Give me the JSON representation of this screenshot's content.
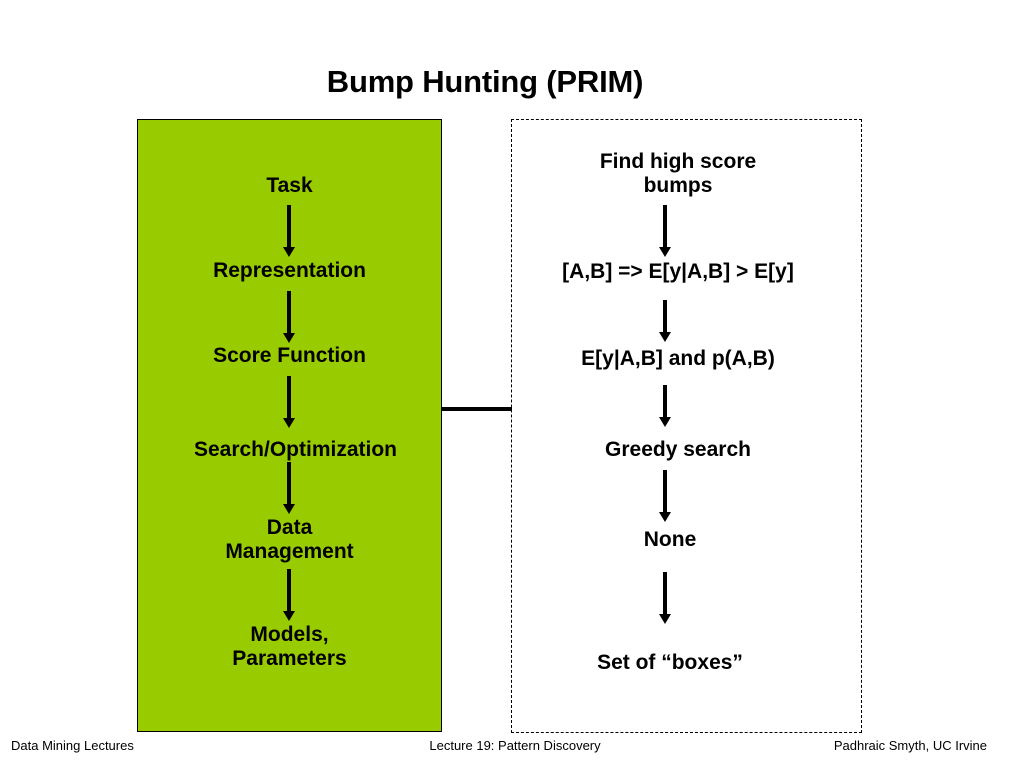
{
  "slide": {
    "title": "Bump Hunting (PRIM)"
  },
  "left_column": {
    "steps": [
      "Task",
      "Representation",
      "Score Function",
      "Search/Optimization",
      "Data\nManagement",
      "Models,\nParameters"
    ]
  },
  "right_column": {
    "steps": [
      "Find high score\nbumps",
      "[A,B] => E[y|A,B] > E[y]",
      "E[y|A,B]  and p(A,B)",
      "Greedy search",
      "None",
      "Set of “boxes”"
    ]
  },
  "colors": {
    "green_box": "#99cc00"
  },
  "footer": {
    "left": "Data Mining Lectures",
    "center": "Lecture 19: Pattern Discovery",
    "right": "Padhraic Smyth, UC Irvine"
  }
}
